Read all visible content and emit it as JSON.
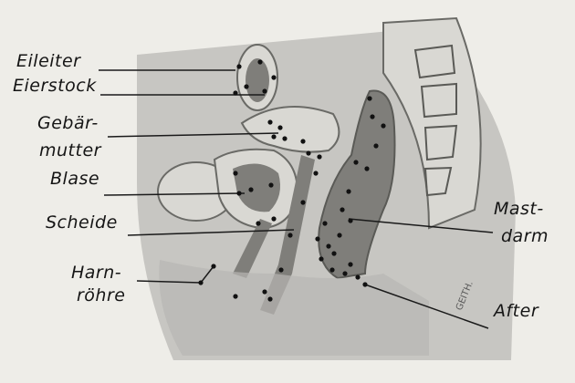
{
  "labels": {
    "eileiter": "Eileiter",
    "eierstock": "Eierstock",
    "gebaer_1": "Gebär-",
    "gebaer_2": "mutter",
    "blase": "Blase",
    "scheide": "Scheide",
    "harn_1": "Harn-",
    "harn_2": "röhre",
    "mast_1": "Mast-",
    "mast_2": "darm",
    "after": "After"
  },
  "signature": "GEITH.",
  "colors": {
    "background": "#eeede8",
    "tissue_shadow": "#a7a6a2",
    "organ_light": "#d9d8d3",
    "organ_dark": "#7f7e7a",
    "lines": "#1a1a1a",
    "dots": "#111111"
  }
}
